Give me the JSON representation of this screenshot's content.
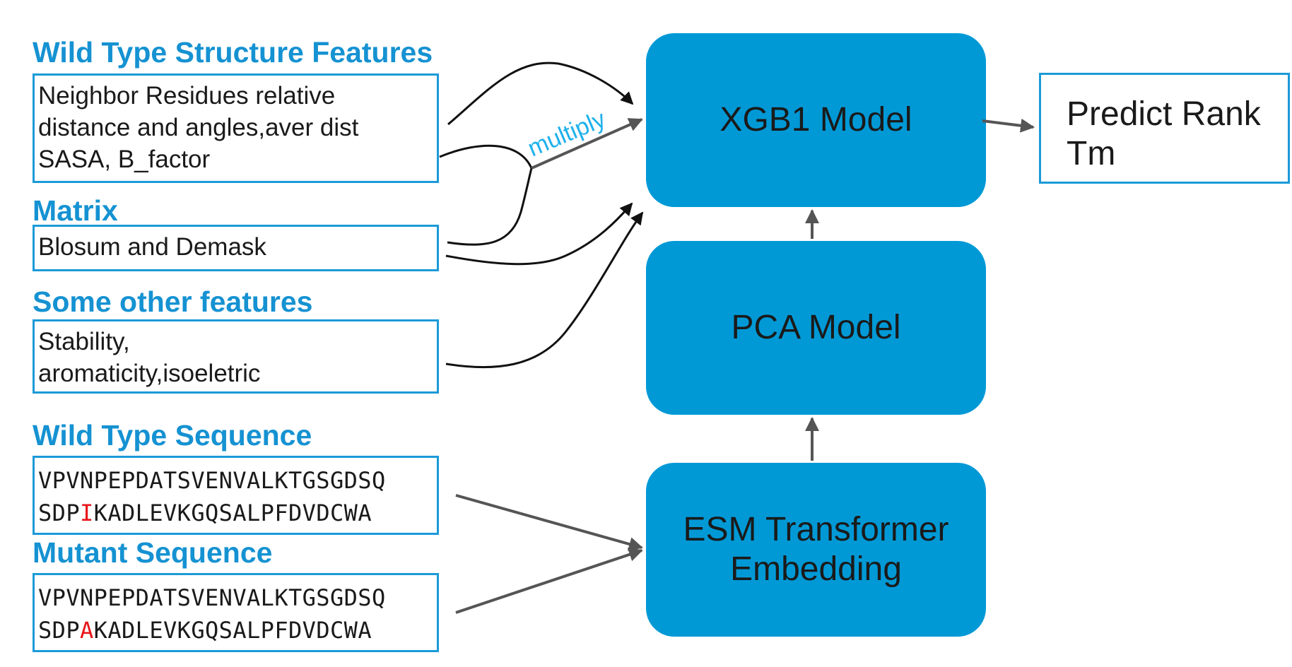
{
  "features": {
    "wild_type_structure": {
      "heading": "Wild Type Structure Features",
      "lines": [
        "Neighbor Residues relative",
        "distance and angles,aver dist",
        "SASA, B_factor"
      ]
    },
    "matrix": {
      "heading": "Matrix",
      "lines": [
        "Blosum and Demask"
      ]
    },
    "other": {
      "heading": "Some other features",
      "lines": [
        "Stability,",
        "aromaticity,isoeletric"
      ]
    }
  },
  "sequences": {
    "wild_type": {
      "heading": "Wild Type Sequence",
      "line1": "VPVNPEPDATSVENVALKTGSGDSQ",
      "line2_prefix": "SDP",
      "line2_residue": "I",
      "line2_suffix": "KADLEVKGQSALPFDVDCWA"
    },
    "mutant": {
      "heading": "Mutant Sequence",
      "line1": "VPVNPEPDATSVENVALKTGSGDSQ",
      "line2_prefix": "SDP",
      "line2_residue": "A",
      "line2_suffix": "KADLEVKGQSALPFDVDCWA"
    }
  },
  "models": {
    "xgb": "XGB1 Model",
    "pca": "PCA Model",
    "esm": [
      "ESM Transformer",
      "Embedding"
    ]
  },
  "output": {
    "lines": [
      "Predict Rank",
      "Tm"
    ]
  },
  "edge_label": "multiply",
  "colors": {
    "heading": "#1592d2",
    "box_border": "#1b9ad8",
    "model_fill": "#0099d6",
    "mutation_highlight": "#e8141b",
    "arrow_gray": "#555555",
    "multiply_label": "#1fb1ec"
  }
}
